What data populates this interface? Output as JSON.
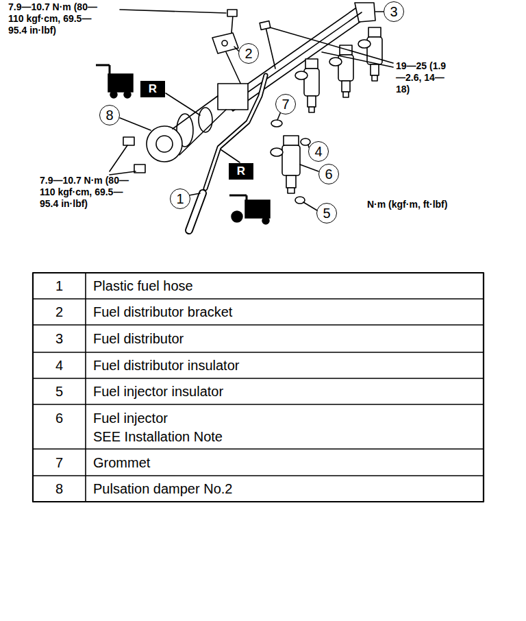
{
  "diagram": {
    "nodes": [
      {
        "text": [
          "3"
        ]
      },
      {
        "text": [
          "2"
        ]
      },
      {
        "text": [
          "R"
        ]
      },
      {
        "text": [
          "7"
        ]
      },
      {
        "text": [
          "8"
        ]
      },
      {
        "text": [
          "4"
        ]
      },
      {
        "text": [
          "6"
        ]
      },
      {
        "text": [
          "R"
        ]
      },
      {
        "text": [
          "1"
        ]
      },
      {
        "text": [
          "5"
        ]
      }
    ],
    "labels": [
      "7.9—10.7 N·m (80—110 kgf·cm, 69.5—95.4 in·lbf)",
      "19—25 (1.9—2.6, 14—18)",
      "7.9—10.7 N·m (80—110 kgf·cm, 69.5—95.4 in·lbf)",
      "N·m (kgf·m, ft·lbf)",
      "1",
      "Plastic fuel hose",
      "2",
      "Fuel distributor bracket",
      "3",
      "Fuel distributor",
      "4",
      "Fuel distributor insulator",
      "5",
      "Fuel injector insulator",
      "6",
      "Fuel injector",
      "SEE Installation Note",
      "7",
      "Grommet",
      "8",
      "Pulsation damper No.2"
    ]
  }
}
